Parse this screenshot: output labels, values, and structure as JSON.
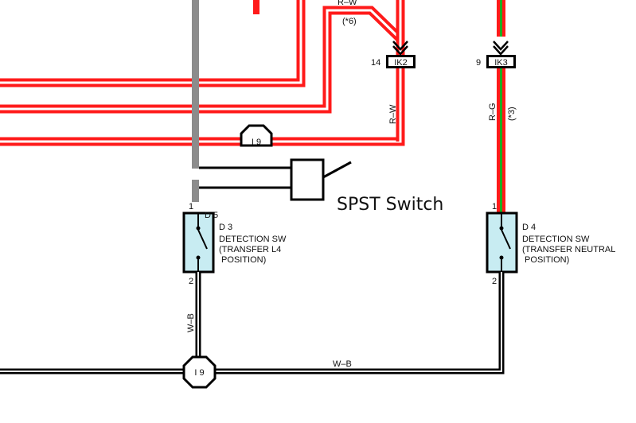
{
  "colors": {
    "red": "#ff1a1a",
    "green": "#22aa22",
    "gray": "#8c8c8c",
    "component_fill": "#c8ecf2",
    "black": "#000000",
    "white": "#ffffff"
  },
  "wires": {
    "rw_top": "R–W",
    "rw_top_note": "(*6)",
    "rw_vertical": "R–W",
    "rg_vertical": "R–G",
    "rg_note": "(*3)",
    "wb_vertical": "W–B",
    "wb_bottom": "W–B"
  },
  "connectors": {
    "ik2": {
      "pin": "14",
      "label": "IK2"
    },
    "ik3": {
      "pin": "9",
      "label": "IK3"
    },
    "i9_top": {
      "label": "I 9"
    },
    "i9_bottom": {
      "label": "I 9"
    }
  },
  "annotation": {
    "spst": "SPST Switch"
  },
  "d3": {
    "pin_top": "1",
    "pin_bottom": "2",
    "alt_code": "D 5",
    "code": "D 3",
    "line1": "DETECTION SW",
    "line2": "(TRANSFER L4",
    "line3": " POSITION)"
  },
  "d4": {
    "pin_top": "1",
    "pin_bottom": "2",
    "code": "D 4",
    "line1": "DETECTION SW",
    "line2": "(TRANSFER NEUTRAL",
    "line3": " POSITION)"
  }
}
